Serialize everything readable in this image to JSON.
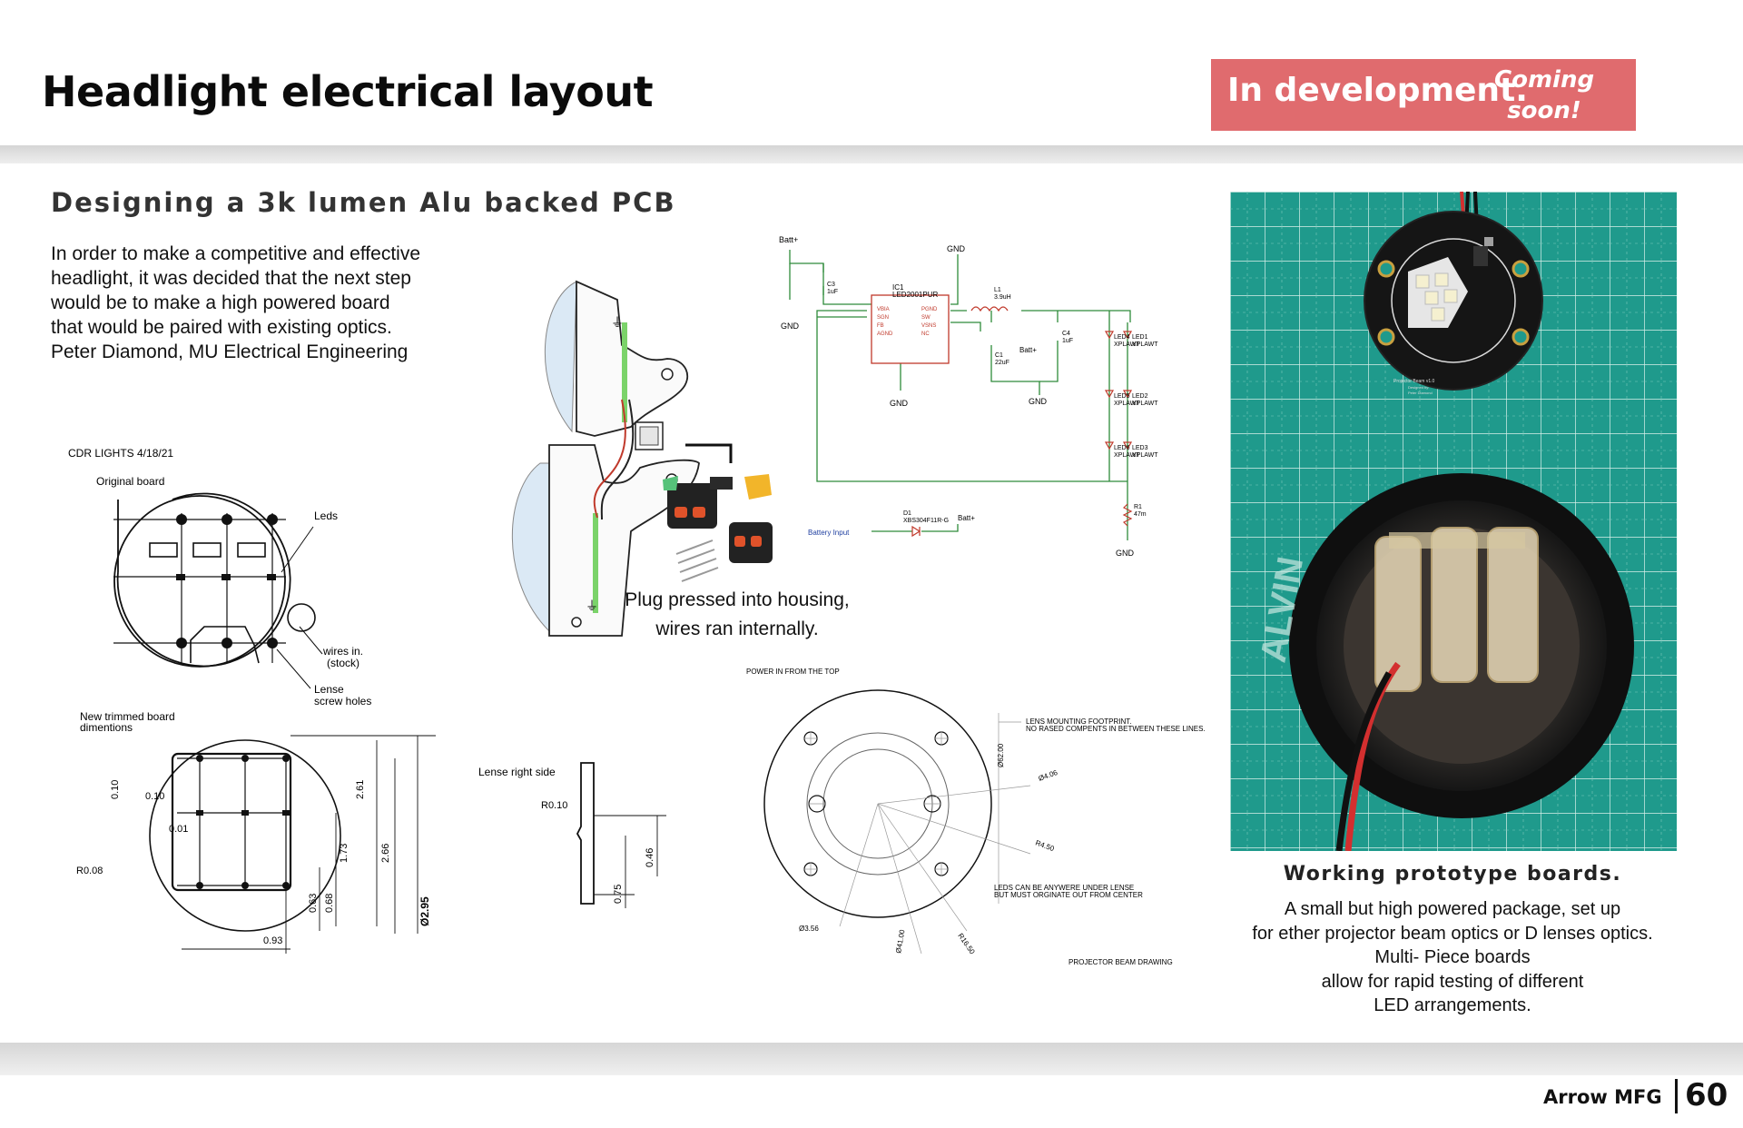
{
  "header": {
    "title": "Headlight electrical layout",
    "badge_main": "In development.",
    "badge_soon_1": "Coming",
    "badge_soon_2": "soon!"
  },
  "section": {
    "subtitle": "Designing a 3k lumen Alu backed PCB",
    "intro_lines": [
      "In order to make a competitive and effective",
      "headlight, it was decided that the next step",
      "would be to make a high powered board",
      "that would be paired with existing optics.",
      "Peter Diamond, MU Electrical Engineering"
    ]
  },
  "sketch": {
    "date": "CDR LIGHTS 4/18/21",
    "original_board": "Original board",
    "leds": "Leds",
    "wires_1": "wires in.",
    "wires_2": "(stock)",
    "lense_1": "Lense",
    "lense_2": "screw holes",
    "new_board_1": "New trimmed board",
    "new_board_2": "dimentions",
    "lense_right_side": "Lense right side",
    "dims": [
      "0.10",
      "0.10",
      "0.01",
      "R0.08",
      "2.61",
      "2.66",
      "1.73",
      "0.63",
      "0.68",
      "0.93",
      "Ø2.95",
      "R0.10",
      "0.46",
      "0.75"
    ]
  },
  "housing": {
    "caption_1": "Plug pressed into housing,",
    "caption_2": "wires ran internally."
  },
  "schematic": {
    "batt_plus": "Batt+",
    "gnd": "GND",
    "ic_ref": "IC1",
    "ic_part": "LED2001PUR",
    "c3": "C3",
    "c3_val": "1uF",
    "l1": "L1",
    "l1_val": "3.9uH",
    "c1": "C1",
    "c1_val": "22uF",
    "c4": "C4",
    "c4_val": "1uF",
    "r1": "R1",
    "r1_val": "47m",
    "d1": "D1",
    "d1_part": "XBS304F11R-G",
    "battery_input": "Battery Input",
    "leds_left": [
      "LED4",
      "LED5",
      "LED6"
    ],
    "leds_right": [
      "LED1",
      "LED2",
      "LED3"
    ],
    "led_part": "XPLAWT",
    "ic_pins_left": [
      "VBIA",
      "SGN",
      "FB",
      "AGND"
    ],
    "ic_pins_right": [
      "PGND",
      "SW",
      "VSNS",
      "NC"
    ]
  },
  "beam_drawing": {
    "power_in": "POWER IN FROM THE TOP",
    "lens_note_1": "LENS MOUNTING FOOTPRINT.",
    "lens_note_2": "NO RASED COMPENTS IN BETWEEN THESE LINES.",
    "leds_note_1": "LEDS CAN BE ANYWERE UNDER LENSE",
    "leds_note_2": "BUT MUST ORGINATE OUT FROM CENTER",
    "title": "PROJECTOR BEAM DRAWING",
    "dims": [
      "Ø62.00",
      "Ø4.06",
      "R4.50",
      "Ø3.56",
      "Ø41.00",
      "R16.50"
    ]
  },
  "prototype": {
    "title": "Working prototype boards.",
    "lines": [
      "A small but high powered package, set up",
      "for ether projector beam optics or D lenses optics.",
      "Multi- Piece boards",
      "allow for rapid testing of different",
      "LED arrangements."
    ],
    "pcb_label_1": "Projector Beam v1.0",
    "pcb_label_2": "Designed by:",
    "pcb_label_3": "Peter Diamond",
    "mat_brand": "ALVIN"
  },
  "footer": {
    "brand": "Arrow MFG",
    "page": "60"
  },
  "colors": {
    "badge": "#e06b6e",
    "band": "#dcdcdc",
    "mat": "#1f9a8c",
    "schematic_wire": "#2e8b3a",
    "drawing_wire": "#c0392b"
  }
}
